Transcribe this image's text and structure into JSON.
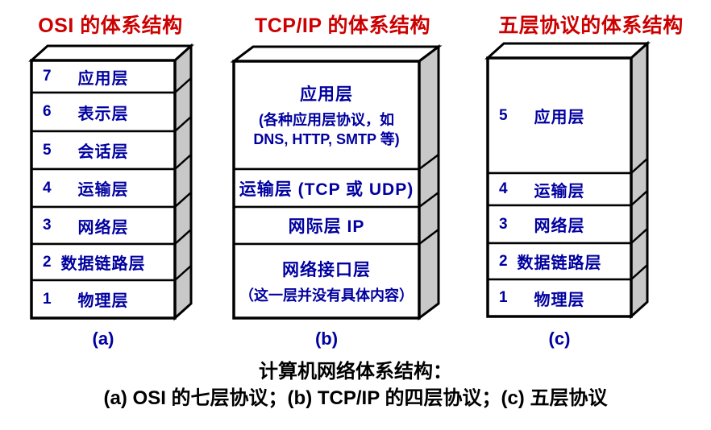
{
  "columns": [
    {
      "title": "OSI 的体系结构",
      "footer_label": "(a)",
      "rows": [
        {
          "num": "7",
          "label": "应用层"
        },
        {
          "num": "6",
          "label": "表示层"
        },
        {
          "num": "5",
          "label": "会话层"
        },
        {
          "num": "4",
          "label": "运输层"
        },
        {
          "num": "3",
          "label": "网络层"
        },
        {
          "num": "2",
          "label": "数据链路层"
        },
        {
          "num": "1",
          "label": "物理层"
        }
      ]
    },
    {
      "title": "TCP/IP 的体系结构",
      "footer_label": "(b)",
      "rows": [
        {
          "label": "应用层",
          "sub1": "(各种应用层协议，如",
          "sub2": "DNS, HTTP, SMTP 等)"
        },
        {
          "label": "运输层 (TCP 或 UDP)"
        },
        {
          "label": "网际层 IP"
        },
        {
          "label": "网络接口层",
          "sub1": "（这一层并没有具体内容）"
        }
      ]
    },
    {
      "title": "五层协议的体系结构",
      "footer_label": "(c)",
      "rows": [
        {
          "num": "5",
          "label": "应用层"
        },
        {
          "num": "4",
          "label": "运输层"
        },
        {
          "num": "3",
          "label": "网络层"
        },
        {
          "num": "2",
          "label": "数据链路层"
        },
        {
          "num": "1",
          "label": "物理层"
        }
      ]
    }
  ],
  "caption": {
    "line1": "计算机网络体系结构：",
    "line2": "(a) OSI 的七层协议；(b) TCP/IP 的四层协议；(c) 五层协议"
  },
  "colors": {
    "title_red": "#cc0000",
    "layer_blue": "#0000a0",
    "side_gray": "#c8c8c8",
    "line_black": "#000000",
    "face_white": "#ffffff"
  }
}
